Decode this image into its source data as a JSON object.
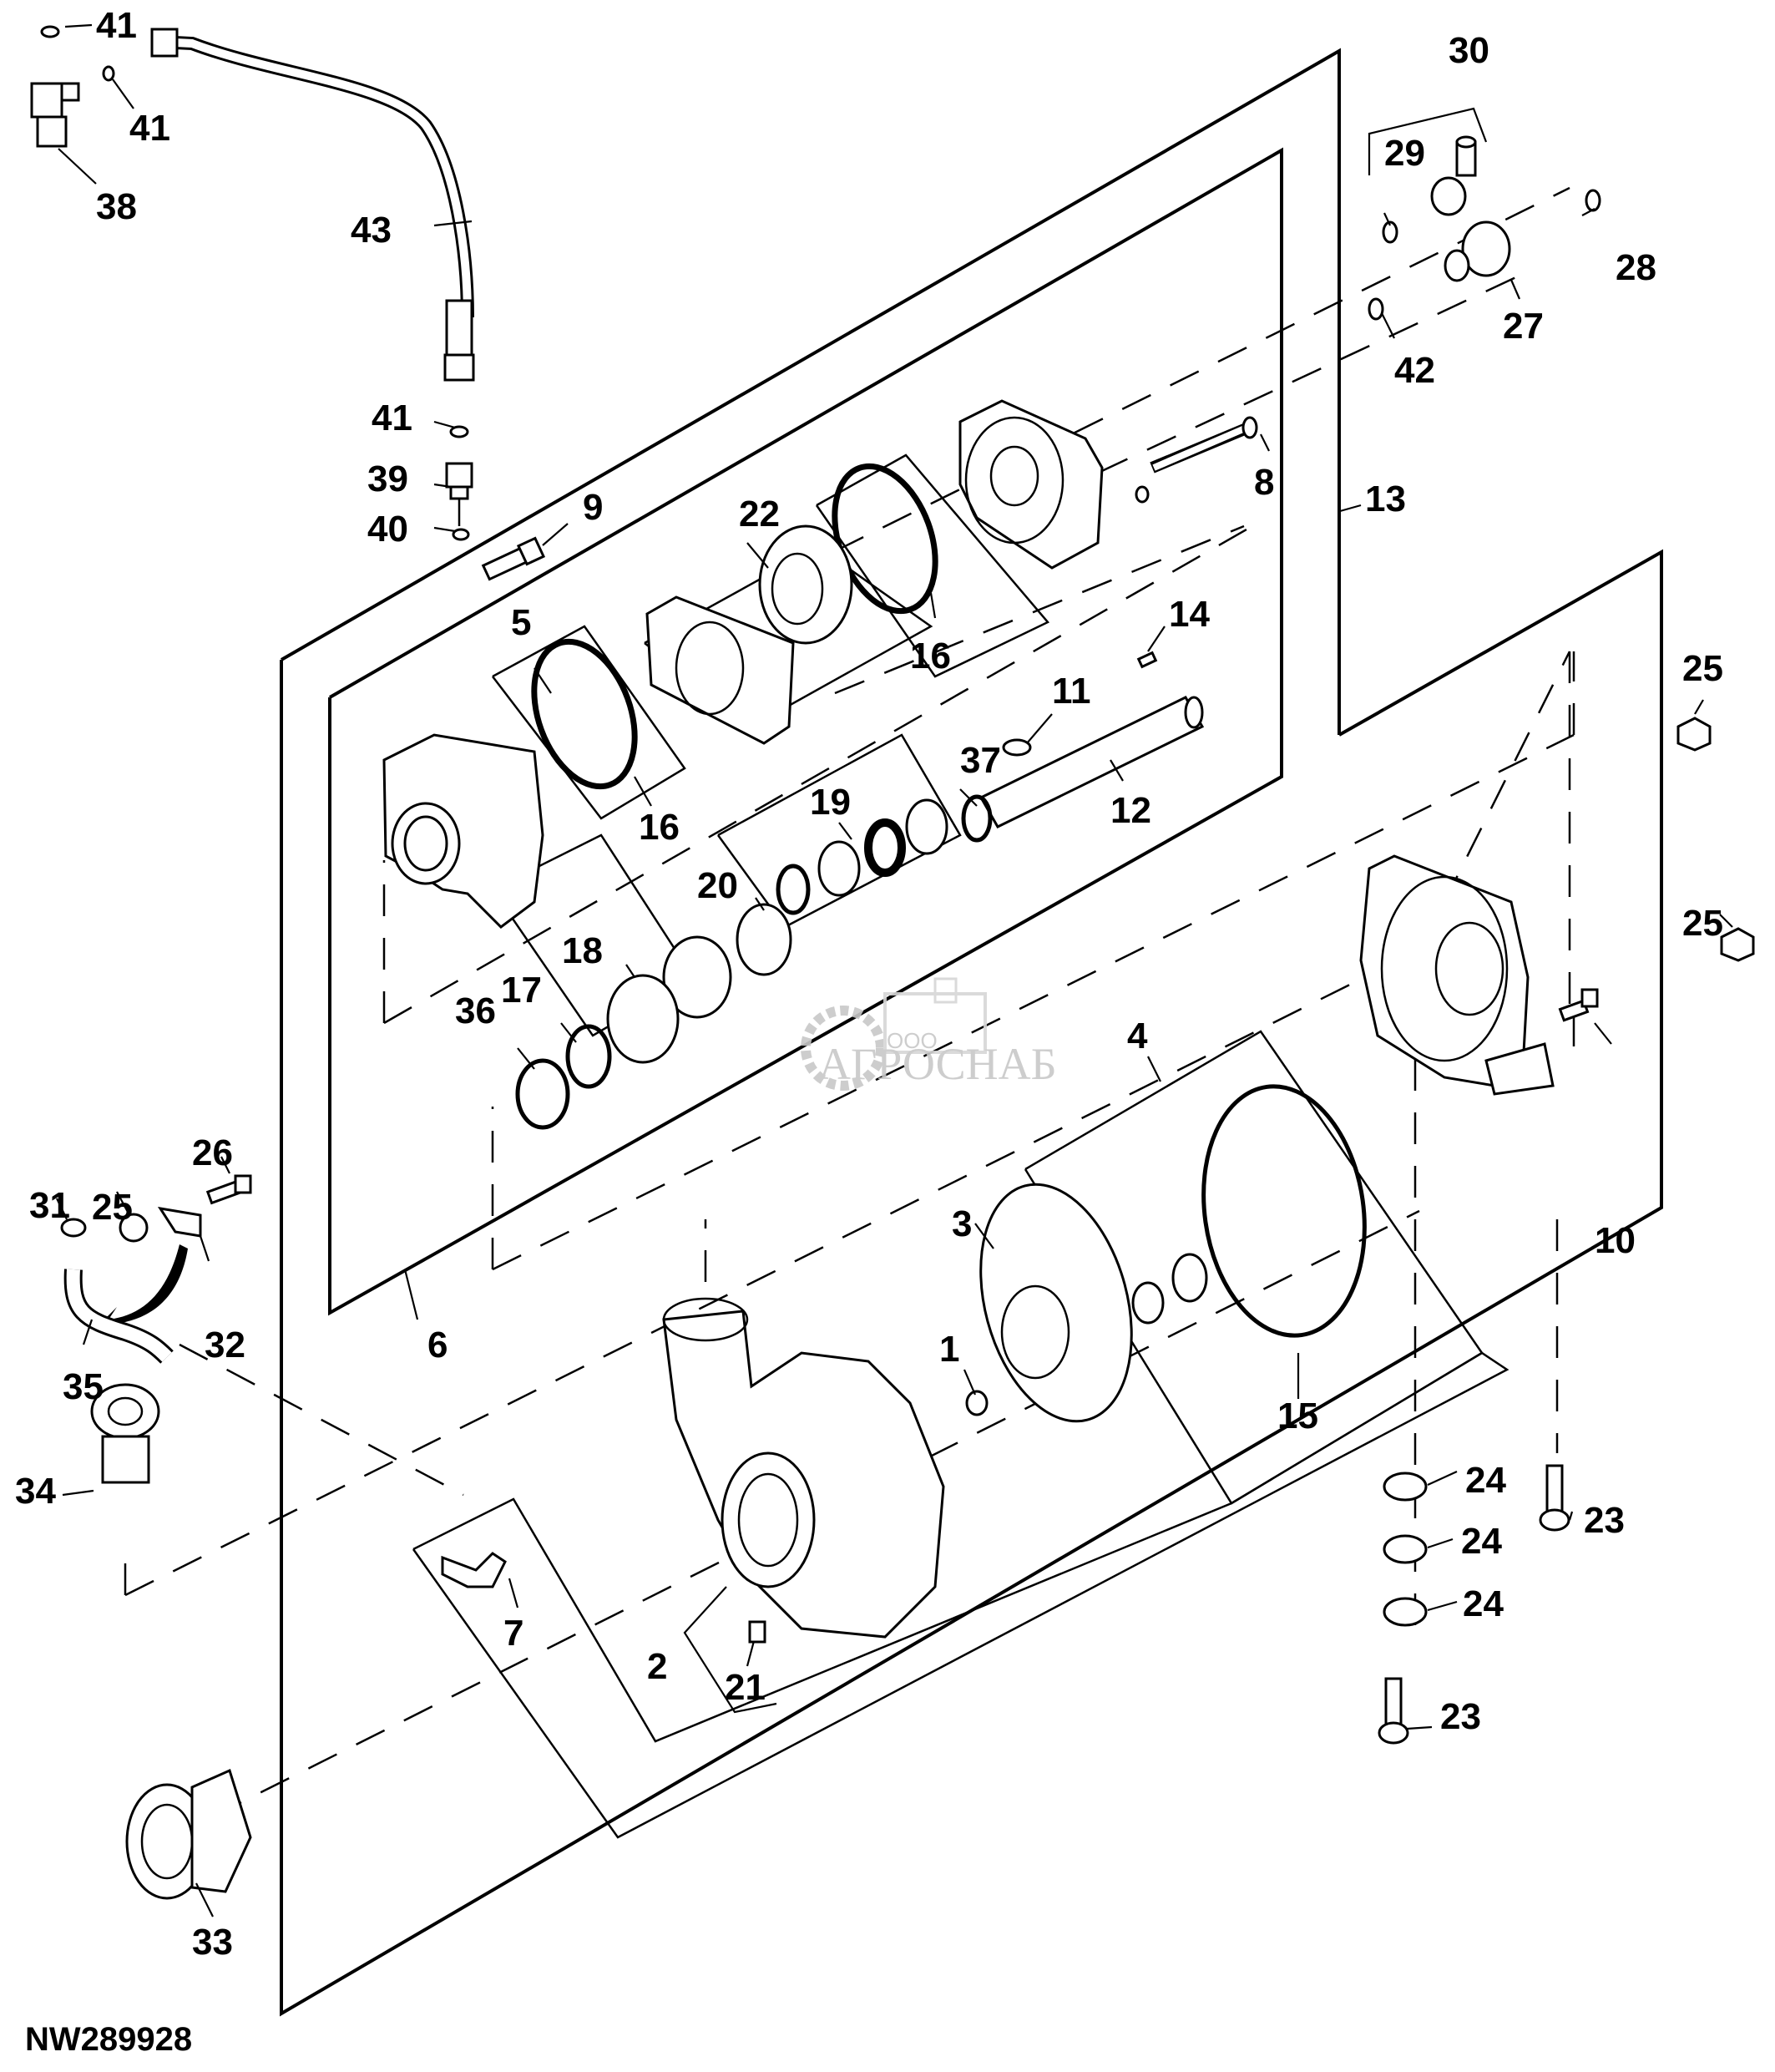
{
  "figure_id": "NW289928",
  "watermark": {
    "prefix": "ООО",
    "name": "АГРОСНАБ"
  },
  "callouts": [
    {
      "id": "c41a",
      "text": "41"
    },
    {
      "id": "c41b",
      "text": "41"
    },
    {
      "id": "c38",
      "text": "38"
    },
    {
      "id": "c43",
      "text": "43"
    },
    {
      "id": "c41c",
      "text": "41"
    },
    {
      "id": "c39",
      "text": "39"
    },
    {
      "id": "c40",
      "text": "40"
    },
    {
      "id": "c9",
      "text": "9"
    },
    {
      "id": "c30",
      "text": "30"
    },
    {
      "id": "c29",
      "text": "29"
    },
    {
      "id": "c28",
      "text": "28"
    },
    {
      "id": "c27",
      "text": "27"
    },
    {
      "id": "c42",
      "text": "42"
    },
    {
      "id": "c8",
      "text": "8"
    },
    {
      "id": "c13",
      "text": "13"
    },
    {
      "id": "c22",
      "text": "22"
    },
    {
      "id": "c5",
      "text": "5"
    },
    {
      "id": "c16a",
      "text": "16"
    },
    {
      "id": "c16b",
      "text": "16"
    },
    {
      "id": "c14",
      "text": "14"
    },
    {
      "id": "c11",
      "text": "11"
    },
    {
      "id": "c12",
      "text": "12"
    },
    {
      "id": "c37",
      "text": "37"
    },
    {
      "id": "c19",
      "text": "19"
    },
    {
      "id": "c20",
      "text": "20"
    },
    {
      "id": "c18",
      "text": "18"
    },
    {
      "id": "c17",
      "text": "17"
    },
    {
      "id": "c36",
      "text": "36"
    },
    {
      "id": "c25a",
      "text": "25"
    },
    {
      "id": "c25b",
      "text": "25"
    },
    {
      "id": "c4",
      "text": "4"
    },
    {
      "id": "c26",
      "text": "26"
    },
    {
      "id": "c31",
      "text": "31"
    },
    {
      "id": "c25c",
      "text": "25"
    },
    {
      "id": "c32",
      "text": "32"
    },
    {
      "id": "c35",
      "text": "35"
    },
    {
      "id": "c6",
      "text": "6"
    },
    {
      "id": "c3",
      "text": "3"
    },
    {
      "id": "c10",
      "text": "10"
    },
    {
      "id": "c15",
      "text": "15"
    },
    {
      "id": "c1",
      "text": "1"
    },
    {
      "id": "c34",
      "text": "34"
    },
    {
      "id": "c24a",
      "text": "24"
    },
    {
      "id": "c24b",
      "text": "24"
    },
    {
      "id": "c24c",
      "text": "24"
    },
    {
      "id": "c23a",
      "text": "23"
    },
    {
      "id": "c23b",
      "text": "23"
    },
    {
      "id": "c7",
      "text": "7"
    },
    {
      "id": "c2",
      "text": "2"
    },
    {
      "id": "c21",
      "text": "21"
    },
    {
      "id": "c33",
      "text": "33"
    }
  ]
}
